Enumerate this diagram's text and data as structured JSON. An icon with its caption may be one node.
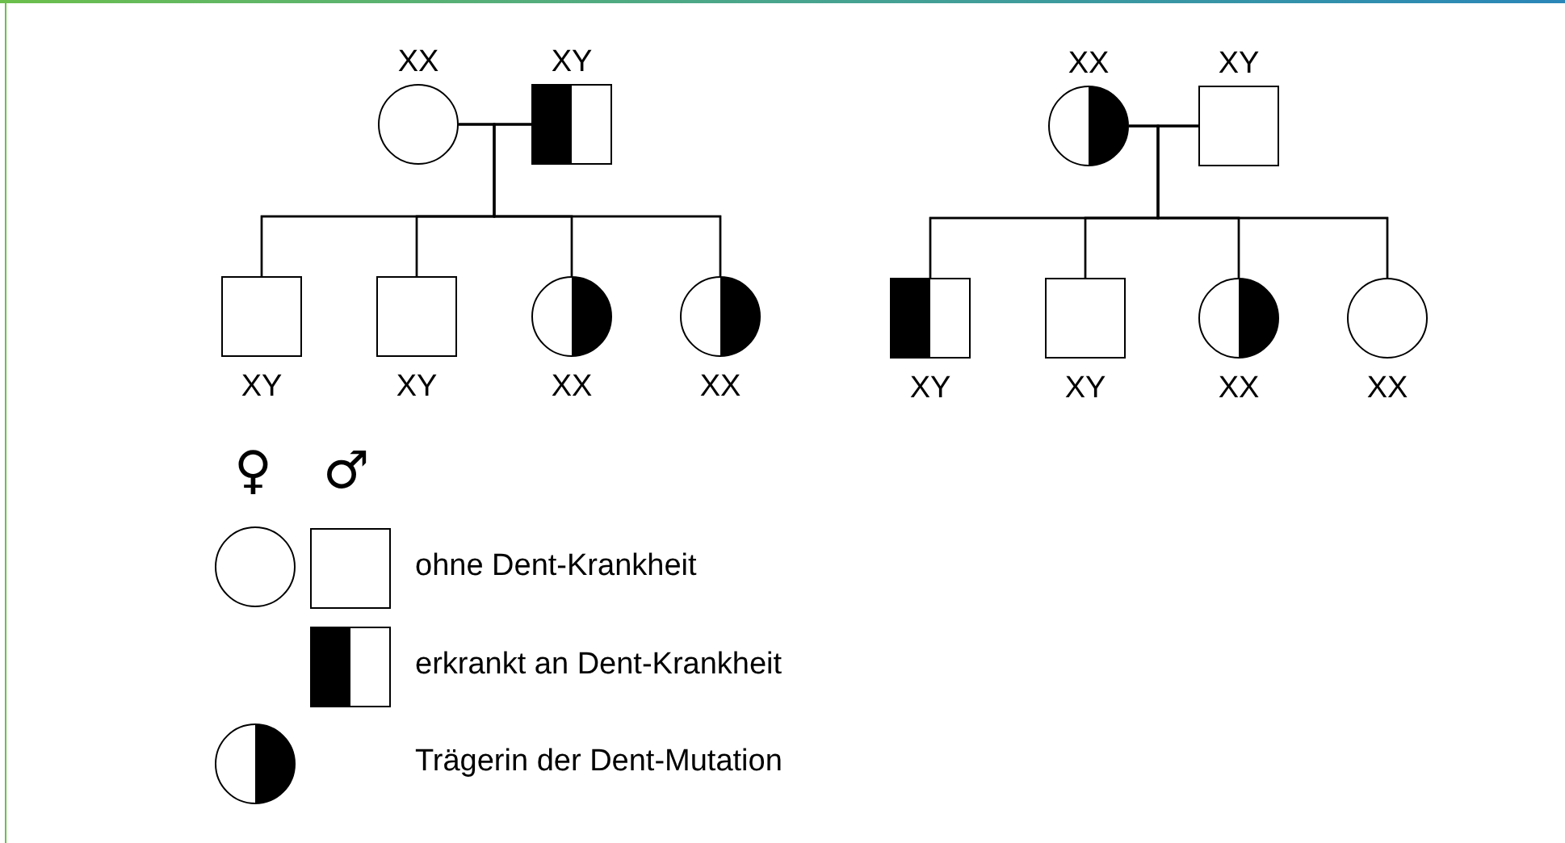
{
  "diagram": {
    "nodes": [
      {
        "text": [],
        "shape": "circle",
        "beside": [
          "XX"
        ]
      },
      {
        "text": [],
        "shape": "box",
        "beside": [
          "XY"
        ]
      },
      {
        "text": [],
        "shape": "box",
        "beside": [
          "XY"
        ]
      },
      {
        "text": [],
        "shape": "box",
        "beside": [
          "XY"
        ]
      },
      {
        "text": [],
        "shape": "circle",
        "beside": [
          "XX"
        ]
      },
      {
        "text": [],
        "shape": "circle",
        "beside": [
          "XX"
        ]
      },
      {
        "text": [],
        "shape": "circle",
        "beside": [
          "XX"
        ]
      },
      {
        "text": [],
        "shape": "box",
        "beside": [
          "XY"
        ]
      },
      {
        "text": [],
        "shape": "box",
        "beside": [
          "XY"
        ]
      },
      {
        "text": [],
        "shape": "box",
        "beside": [
          "XY"
        ]
      },
      {
        "text": [],
        "shape": "circle",
        "beside": [
          "XX"
        ]
      },
      {
        "text": [],
        "shape": "circle",
        "beside": [
          "XX"
        ]
      }
    ],
    "edges": [
      {
        "from": 0,
        "to": 1,
        "arrow": "none"
      },
      {
        "from": 0,
        "to": 2,
        "arrow": "none"
      },
      {
        "from": 1,
        "to": 2,
        "arrow": "none"
      },
      {
        "from": 0,
        "to": 3,
        "arrow": "none"
      },
      {
        "from": 1,
        "to": 3,
        "arrow": "none"
      },
      {
        "from": 0,
        "to": 4,
        "arrow": "none"
      },
      {
        "from": 1,
        "to": 4,
        "arrow": "none"
      },
      {
        "from": 0,
        "to": 5,
        "arrow": "none"
      },
      {
        "from": 1,
        "to": 5,
        "arrow": "none"
      },
      {
        "from": 6,
        "to": 7,
        "arrow": "none"
      },
      {
        "from": 6,
        "to": 8,
        "arrow": "none"
      },
      {
        "from": 7,
        "to": 8,
        "arrow": "none"
      },
      {
        "from": 6,
        "to": 9,
        "arrow": "none"
      },
      {
        "from": 7,
        "to": 9,
        "arrow": "none"
      },
      {
        "from": 6,
        "to": 10,
        "arrow": "none"
      },
      {
        "from": 7,
        "to": 10,
        "arrow": "none"
      },
      {
        "from": 6,
        "to": 11,
        "arrow": "none"
      },
      {
        "from": 7,
        "to": 11,
        "arrow": "none"
      }
    ],
    "labels": [
      "♀",
      "♂"
    ],
    "legend": [
      {
        "text": "ohne Dent-Krankheit"
      },
      {
        "text": "erkrankt an Dent-Krankheit"
      },
      {
        "text": "Trägerin der Dent-Mutation"
      }
    ]
  }
}
